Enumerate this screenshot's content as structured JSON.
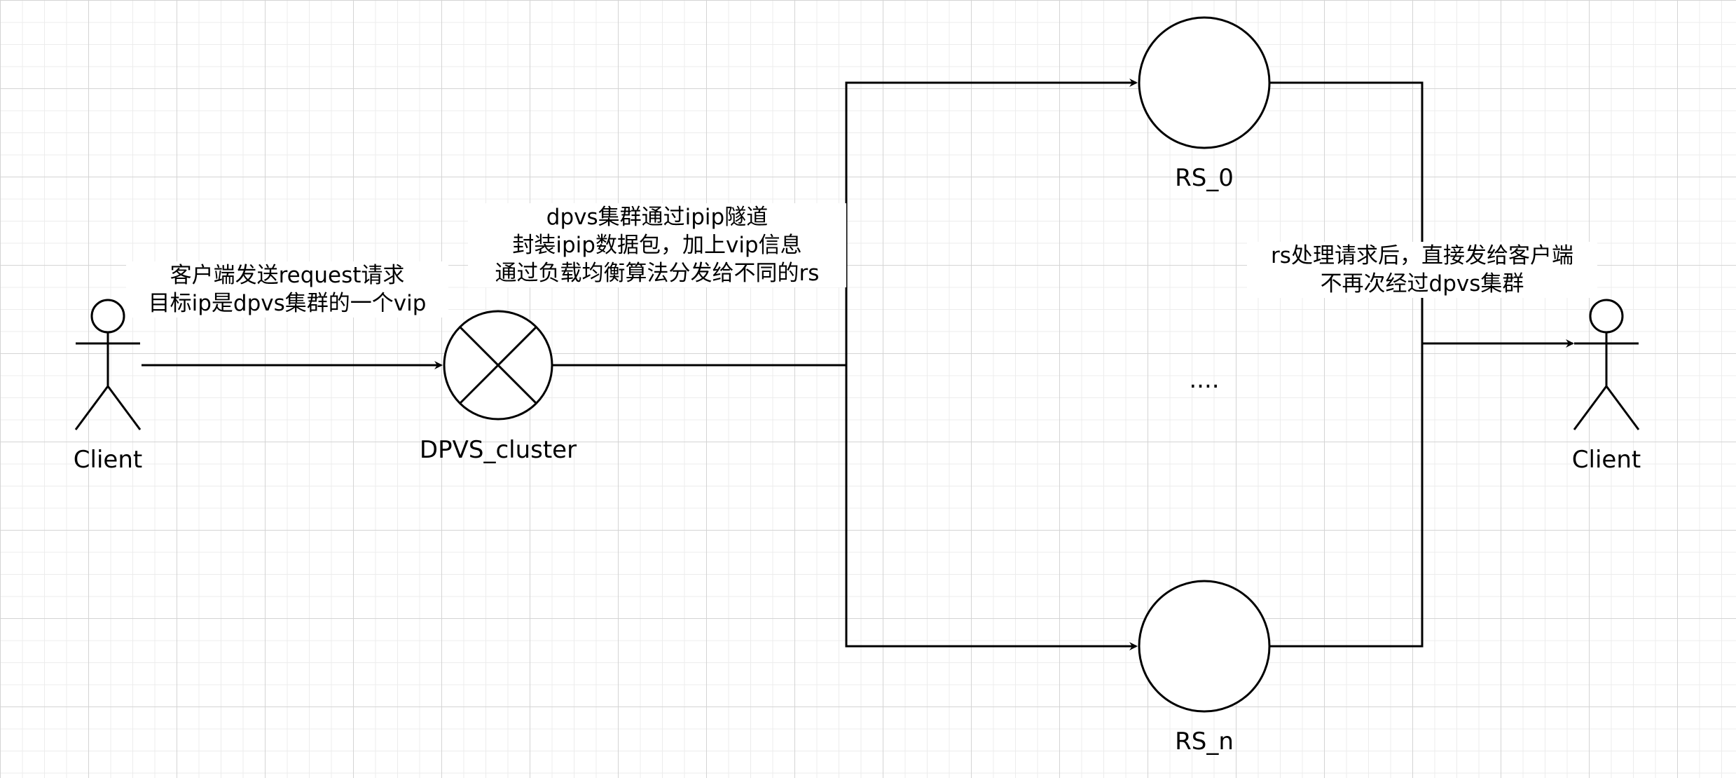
{
  "nodes": {
    "client_left": {
      "label": "Client",
      "icon": "actor-icon"
    },
    "dpvs": {
      "label": "DPVS_cluster",
      "icon": "x-circle-icon"
    },
    "rs_0": {
      "label": "RS_0"
    },
    "ellipsis": {
      "label": "...."
    },
    "rs_n": {
      "label": "RS_n"
    },
    "client_right": {
      "label": "Client",
      "icon": "actor-icon"
    }
  },
  "edges": {
    "client_to_dpvs": {
      "line1": "客户端发送request请求",
      "line2": "目标ip是dpvs集群的一个vip"
    },
    "dpvs_to_rs": {
      "line1": "dpvs集群通过ipip隧道",
      "line2": "封装ipip数据包，加上vip信息",
      "line3": "通过负载均衡算法分发给不同的rs"
    },
    "rs_to_client": {
      "line1": "rs处理请求后，直接发给客户端",
      "line2": "不再次经过dpvs集群"
    }
  },
  "colors": {
    "stroke": "#000000",
    "fill": "#ffffff",
    "grid": "#d4d4d4"
  }
}
